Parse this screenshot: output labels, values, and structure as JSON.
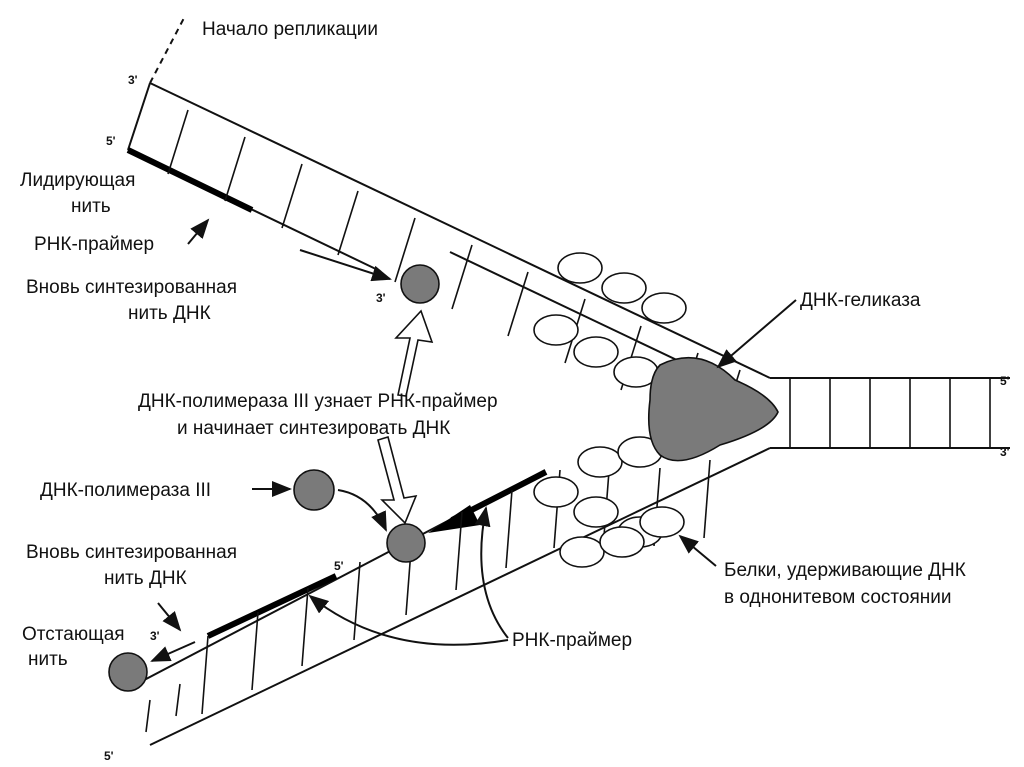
{
  "labels": {
    "origin": "Начало репликации",
    "leading_1": "Лидирующая",
    "leading_2": "нить",
    "rna_primer_top": "РНК-праймер",
    "new_strand_top_1": "Вновь синтезированная",
    "new_strand_top_2": "нить ДНК",
    "helicase": "ДНК-геликаза",
    "pol3_recognizes_1": "ДНК-полимераза III узнает РНК-праймер",
    "pol3_recognizes_2": "и начинает синтезировать ДНК",
    "pol3": "ДНК-полимераза III",
    "new_strand_bottom_1": "Вновь синтезированная",
    "new_strand_bottom_2": "нить ДНК",
    "lagging_1": "Отстающая",
    "lagging_2": "нить",
    "ssb_1": "Белки, удерживающие ДНК",
    "ssb_2": "в однонитевом состоянии",
    "rna_primer_bottom": "РНК-праймер"
  },
  "ends": {
    "top_left_3": "3'",
    "top_left_5": "5'",
    "poly_top_3": "3'",
    "right_5": "5'",
    "right_3": "3'",
    "lag_5": "5'",
    "lag_3": "3'",
    "bottom_5": "5'"
  }
}
